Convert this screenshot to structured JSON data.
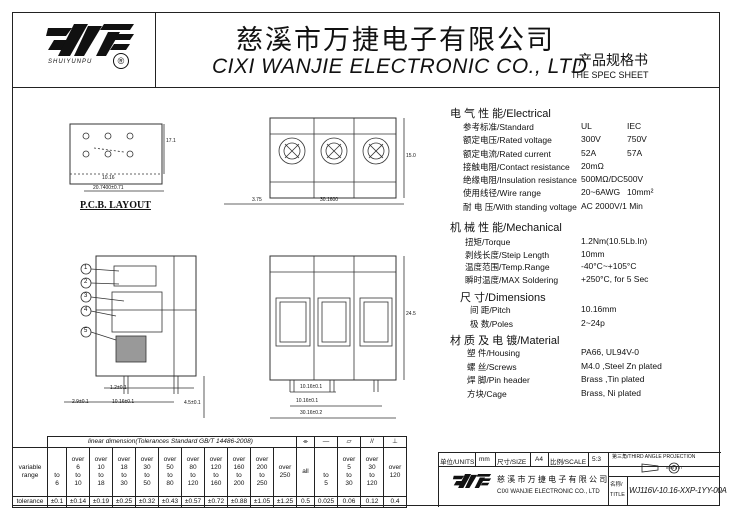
{
  "header": {
    "logo_text": "SHUIYUNPU",
    "registered_mark": "®",
    "company_cn": "慈溪市万捷电子有限公司",
    "company_en": "CIXI WANJIE ELECTRONIC CO., LTD",
    "spec_cn": "产品规格书",
    "spec_en": "THE SPEC SHEET"
  },
  "drawing": {
    "pcb_layout_label": "P.C.B. LAYOUT",
    "dims": {
      "pcb_width": "20.7400±0.71",
      "pcb_pitch": "10.16",
      "pcb_height": "17.1",
      "top_length": "30.1600",
      "top_side": "3.75",
      "top_height": "15.0",
      "front_height": "24.5",
      "pin_pitch_left": "10.16±0.1",
      "pin_left_small": "2.9±0.1",
      "pin_height": "4.5±0.1",
      "pin_pitch_front": "10.16±0.1",
      "pin_pitch_front2": "10.16±0.1",
      "total_front": "30.16±0.2",
      "pin_offset": "1.2±0.1"
    },
    "callouts": [
      "1",
      "2",
      "3",
      "4",
      "5"
    ]
  },
  "specs": {
    "electrical": {
      "title_cn": "电 气 性 能",
      "title_en": "/Electrical",
      "rows": [
        {
          "cn": "参考标准",
          "en": "/Standard",
          "v1": "UL",
          "v2": "IEC"
        },
        {
          "cn": "额定电压",
          "en": "/Rated voltage",
          "v1": "300V",
          "v2": "750V"
        },
        {
          "cn": "额定电流",
          "en": "/Rated current",
          "v1": "52A",
          "v2": "57A"
        },
        {
          "cn": "接触电阻",
          "en": "/Contact resistance",
          "v1": "20mΩ",
          "v2": ""
        },
        {
          "cn": "绝缘电阻",
          "en": "/Insulation resistance",
          "v1": "500MΩ/DC500V",
          "v2": ""
        },
        {
          "cn": "使用线径",
          "en": "/Wire range",
          "v1": "20~6AWG",
          "v2": "10mm²"
        },
        {
          "cn": "耐 电 压",
          "en": "/With standing voltage",
          "v1": "AC 2000V/1 Min",
          "v2": ""
        }
      ]
    },
    "mechanical": {
      "title_cn": "机 械 性 能",
      "title_en": "/Mechanical",
      "rows": [
        {
          "cn": "扭矩",
          "en": "/Torque",
          "v1": "1.2Nm(10.5Lb.In)"
        },
        {
          "cn": "剥线长度",
          "en": "/Steip Length",
          "v1": "10mm"
        },
        {
          "cn": "温度范围",
          "en": "/Temp.Range",
          "v1": "-40°C~+105°C"
        },
        {
          "cn": "瞬时温度",
          "en": "/MAX Soldering",
          "v1": "+250°C, for 5 Sec"
        }
      ]
    },
    "dimensions": {
      "title_cn": "尺  寸",
      "title_en": "/Dimensions",
      "rows": [
        {
          "cn": "间 距",
          "en": "/Pitch",
          "v1": "10.16mm"
        },
        {
          "cn": "极 数",
          "en": "/Poles",
          "v1": "2~24p"
        }
      ]
    },
    "material": {
      "title_cn": "材 质 及 电 镀",
      "title_en": "/Material",
      "rows": [
        {
          "cn": "塑 件",
          "en": "/Housing",
          "v1": "PA66, UL94V-0"
        },
        {
          "cn": "螺 丝",
          "en": "/Screws",
          "v1": "M4.0 ,Steel Zn plated"
        },
        {
          "cn": "焊 脚",
          "en": "/Pin header",
          "v1": "Brass ,Tin plated"
        },
        {
          "cn": "方块",
          "en": "/Cage",
          "v1": "Brass, Ni plated"
        }
      ]
    }
  },
  "tolerance": {
    "title": "linear dimension(Tolerances Standard GB/T 14486-2008)",
    "symbols": [
      "⌯",
      "—",
      "▱",
      "//",
      "⊥"
    ],
    "row_label_top": "variable",
    "row_label_bottom": "range",
    "cols": [
      {
        "a": "",
        "b": "to",
        "c": "6"
      },
      {
        "a": "over",
        "b": "6",
        "c": "to",
        "d": "10"
      },
      {
        "a": "over",
        "b": "10",
        "c": "to",
        "d": "18"
      },
      {
        "a": "over",
        "b": "18",
        "c": "to",
        "d": "30"
      },
      {
        "a": "over",
        "b": "30",
        "c": "to",
        "d": "50"
      },
      {
        "a": "over",
        "b": "50",
        "c": "to",
        "d": "80"
      },
      {
        "a": "over",
        "b": "80",
        "c": "to",
        "d": "120"
      },
      {
        "a": "over",
        "b": "120",
        "c": "to",
        "d": "160"
      },
      {
        "a": "over",
        "b": "160",
        "c": "to",
        "d": "200"
      },
      {
        "a": "over",
        "b": "200",
        "c": "to",
        "d": "250"
      },
      {
        "a": "over",
        "b": "250",
        "c": "",
        "d": ""
      }
    ],
    "all_label": "all",
    "geo_cols": [
      {
        "a": "",
        "b": "to",
        "c": "5"
      },
      {
        "a": "over",
        "b": "5",
        "c": "to",
        "d": "30"
      },
      {
        "a": "over",
        "b": "30",
        "c": "to",
        "d": "120"
      },
      {
        "a": "over",
        "b": "120",
        "c": "",
        "d": ""
      }
    ],
    "tol_label": "tolerance",
    "tol_values": [
      "±0.1",
      "±0.14",
      "±0.19",
      "±0.25",
      "±0.32",
      "±0.43",
      "±0.57",
      "±0.72",
      "±0.88",
      "±1.05",
      "±1.25"
    ],
    "all_value": "0.5",
    "geo_values": [
      "0.025",
      "0.06",
      "0.12",
      "0.4"
    ]
  },
  "title_block": {
    "units_label": "单位/UNITS",
    "units_value": "mm",
    "size_label": "尺寸/SIZE",
    "size_value": "A4",
    "scale_label": "比例/SCALE",
    "scale_value": "5:3",
    "projection_label": "第三角/THIRD ANGLE PROJECTION",
    "company_cn": "慈 溪 市 万 捷 电 子 有 限 公 司",
    "company_en": "CIXI  WANJIE  ELECTRONIC  CO., LTD",
    "name_label": "名称/",
    "title_label": "TITLE",
    "part_number": "WJ116V-10.16-XXP-1YY-00A"
  }
}
